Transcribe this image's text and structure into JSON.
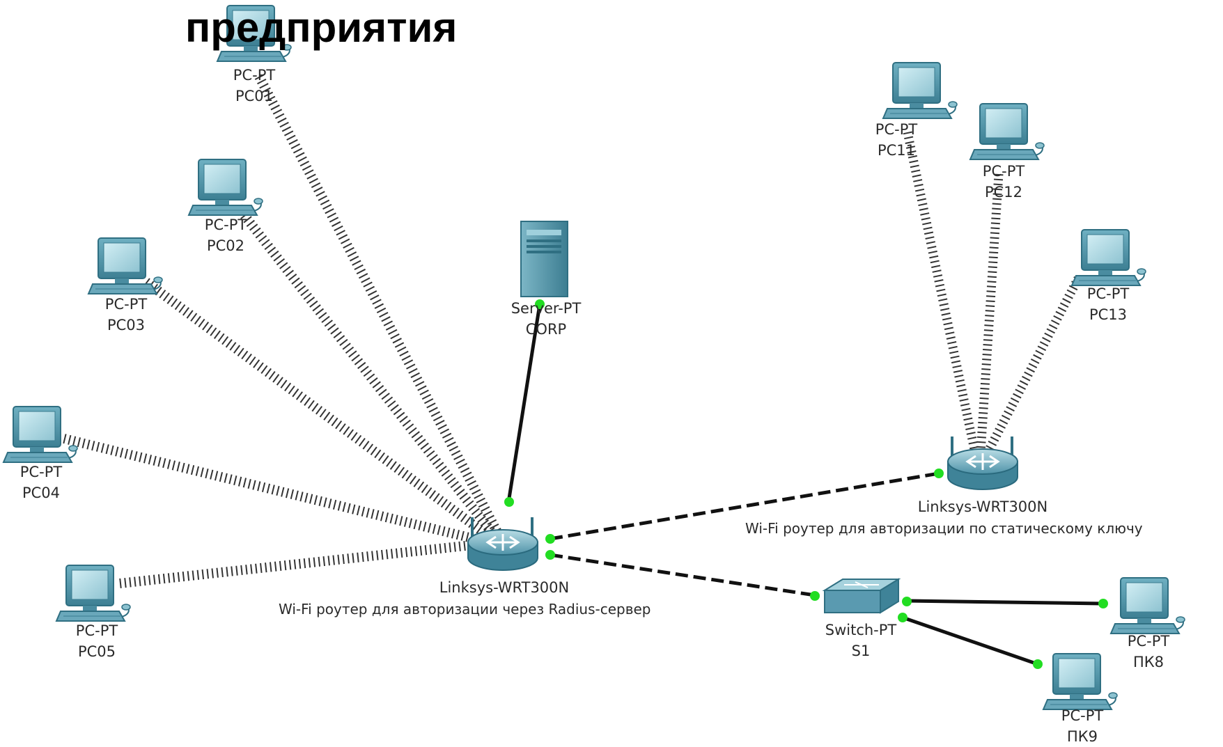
{
  "heading": "предприятия",
  "devices": {
    "pc01": {
      "model": "PC-PT",
      "name": "PC01"
    },
    "pc02": {
      "model": "PC-PT",
      "name": "PC02"
    },
    "pc03": {
      "model": "PC-PT",
      "name": "PC03"
    },
    "pc04": {
      "model": "PC-PT",
      "name": "PC04"
    },
    "pc05": {
      "model": "PC-PT",
      "name": "PC05"
    },
    "pc11": {
      "model": "PC-PT",
      "name": "PC11"
    },
    "pc12": {
      "model": "PC-PT",
      "name": "PC12"
    },
    "pc13": {
      "model": "PC-PT",
      "name": "PC13"
    },
    "pk8": {
      "model": "PC-PT",
      "name": "ПК8"
    },
    "pk9": {
      "model": "PC-PT",
      "name": "ПК9"
    },
    "server": {
      "model": "Server-PT",
      "name": "CORP"
    },
    "switch": {
      "model": "Switch-PT",
      "name": "S1"
    },
    "router1": {
      "model": "Linksys-WRT300N",
      "desc": "Wi-Fi роутер для авторизации через Radius-сервер"
    },
    "router2": {
      "model": "Linksys-WRT300N",
      "desc": "Wi-Fi роутер для авторизации по статическому ключу"
    }
  },
  "colors": {
    "device_body": "#5a9ab0",
    "device_light": "#a6d2dd",
    "device_dark": "#2f6f82",
    "port": "#22dd22",
    "cable": "#111111",
    "wireless": "#333333"
  }
}
